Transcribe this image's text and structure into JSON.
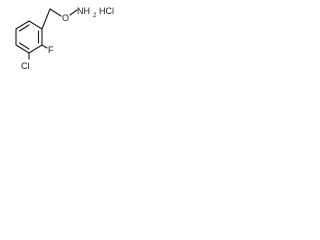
{
  "structure": {
    "atoms": {
      "oxygen": "O",
      "nitrogen_h": "NH",
      "nitrogen_subscript": "2",
      "salt": "HCl",
      "fluorine": "F",
      "chlorine": "Cl"
    }
  }
}
